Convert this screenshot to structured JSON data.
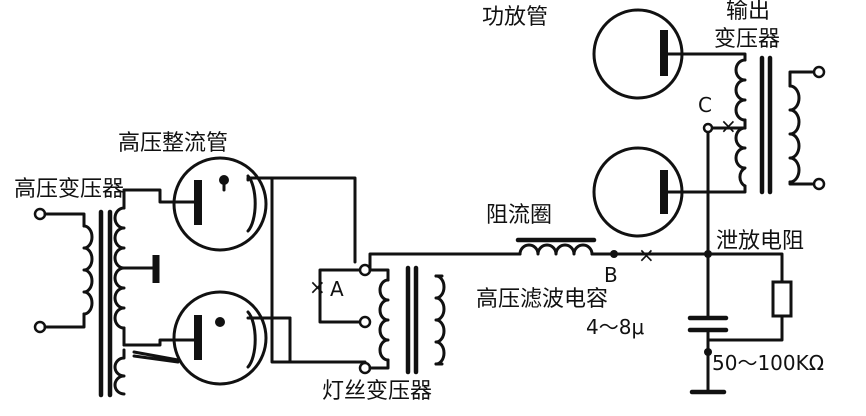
{
  "labels": {
    "power_tube": "功放管",
    "output_transformer_line1": "输出",
    "output_transformer_line2": "变压器",
    "hv_rectifier": "高压整流管",
    "hv_transformer": "高压变压器",
    "choke": "阻流圈",
    "bleeder_resistor": "泄放电阻",
    "filament_transformer": "灯丝变压器",
    "hv_filter_cap": "高压滤波电容",
    "cap_value": "4～8μ",
    "resistor_value": "50～100KΩ",
    "point_a": "A",
    "point_b": "B",
    "point_c": "C"
  }
}
